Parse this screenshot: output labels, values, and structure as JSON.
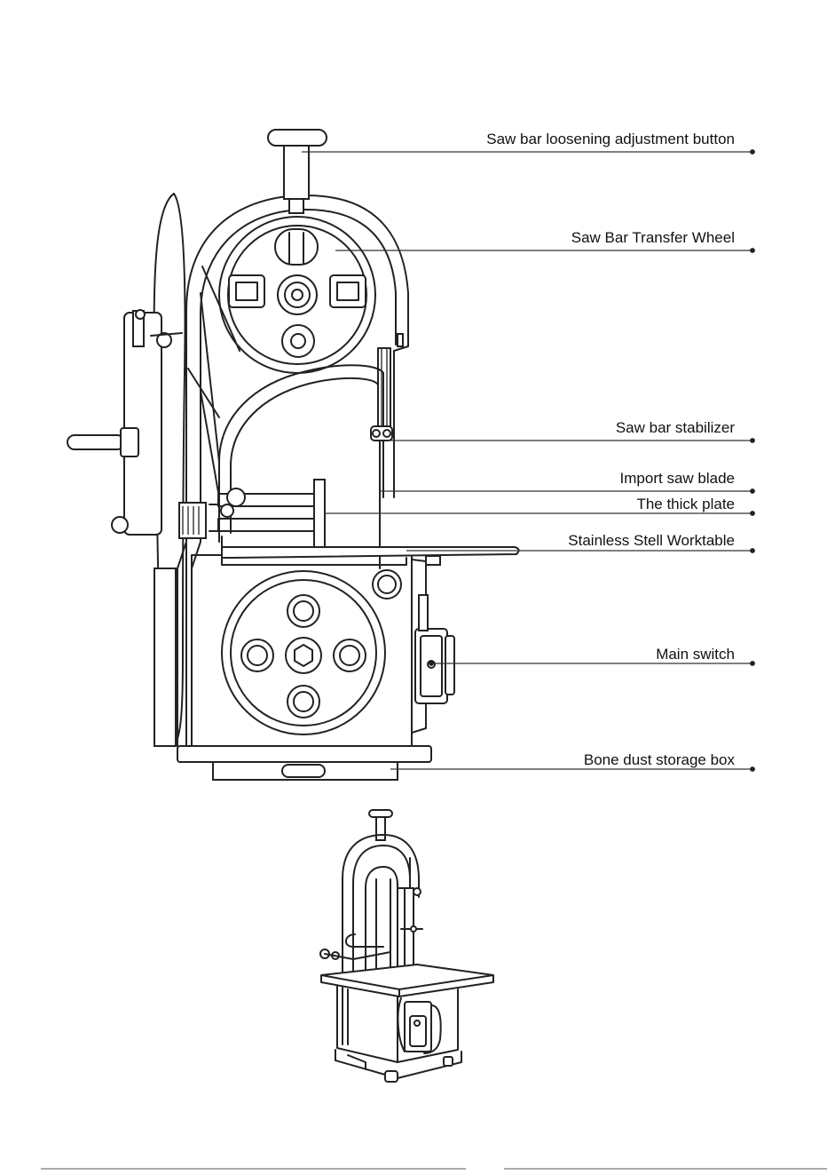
{
  "diagram": {
    "callouts": [
      {
        "id": "loosening-button",
        "label": "Saw bar loosening adjustment button"
      },
      {
        "id": "transfer-wheel",
        "label": "Saw Bar Transfer Wheel"
      },
      {
        "id": "stabilizer",
        "label": "Saw bar stabilizer"
      },
      {
        "id": "saw-blade",
        "label": "Import saw blade"
      },
      {
        "id": "thick-plate",
        "label": "The thick plate"
      },
      {
        "id": "worktable",
        "label": "Stainless Stell Worktable"
      },
      {
        "id": "main-switch",
        "label": "Main switch"
      },
      {
        "id": "dust-box",
        "label": "Bone dust storage box"
      }
    ]
  },
  "colors": {
    "line": "#222222",
    "background": "#ffffff"
  }
}
